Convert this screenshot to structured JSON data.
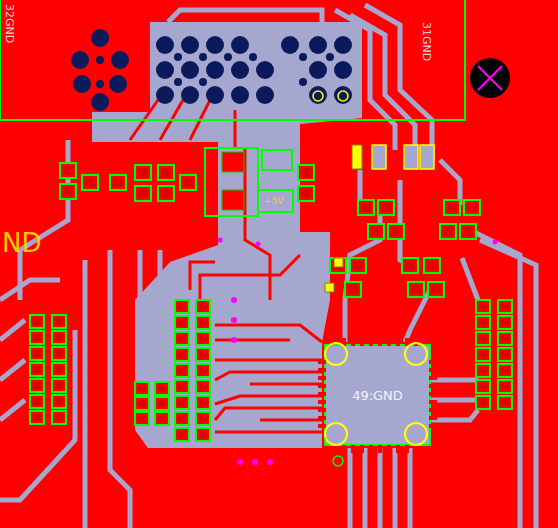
{
  "diagram": {
    "nodes": [
      {
        "text": [
          "49:GND"
        ]
      }
    ],
    "labels": [
      "32GND",
      "31GND",
      "+5V",
      "ND"
    ]
  }
}
